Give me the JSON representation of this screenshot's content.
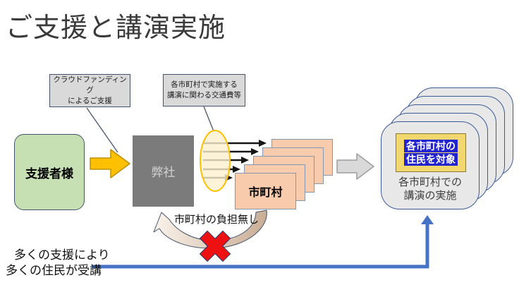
{
  "slide": {
    "title": "ご支援と講演実施",
    "callouts": [
      {
        "line1": "クラウドファンディング",
        "line2": "によるご支援"
      },
      {
        "line1": "各市町村で実施する",
        "line2": "講演に関わる交通費等"
      }
    ],
    "nodes": {
      "supporter": {
        "label": "支援者様"
      },
      "company": {
        "label": "弊社"
      },
      "municipality": {
        "label": "市町村"
      },
      "lecture_card": {
        "highlight_line1": "各市町村の",
        "highlight_line2": "住民を対象",
        "caption_line1": "各市町村での",
        "caption_line2": "講演の実施"
      }
    },
    "annotations": {
      "no_burden": "市町村の負担無し",
      "bottom_note_line1": "多くの支援により",
      "bottom_note_line2": "多くの住民が受講"
    },
    "colors": {
      "supporter_fill": "#c7e0b3",
      "company_fill": "#7b7b7b",
      "municipality_fill": "#f8cbad",
      "gold_arrow": "#ffc000",
      "funnel_fill": "#fbf0cf",
      "funnel_border": "#ffc000",
      "gray_arrow": "#d9d9d9",
      "card_fill": "#e8e8e9",
      "card_border": "#3c5a96",
      "target_box_fill": "#f2d76e",
      "target_highlight_blue": "#2222cf",
      "cross_red": "#ee1111",
      "curved_arrow_tan": "#c9ac94",
      "support_arrow_blue": "#4472c4"
    }
  }
}
